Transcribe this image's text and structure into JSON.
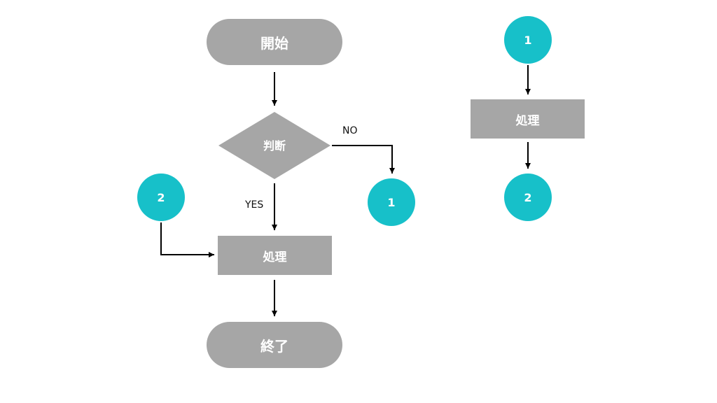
{
  "colors": {
    "shape_fill": "#a6a6a6",
    "connector_fill": "#17c0c9",
    "line": "#000000",
    "text_on_shape": "#ffffff",
    "label_text": "#111111"
  },
  "flow_left": {
    "start": "開始",
    "decision": "判断",
    "branch_no": "NO",
    "branch_yes": "YES",
    "connector_out": "1",
    "connector_in": "2",
    "process": "処理",
    "end": "終了"
  },
  "flow_right": {
    "connector_in": "1",
    "process": "処理",
    "connector_out": "2"
  }
}
